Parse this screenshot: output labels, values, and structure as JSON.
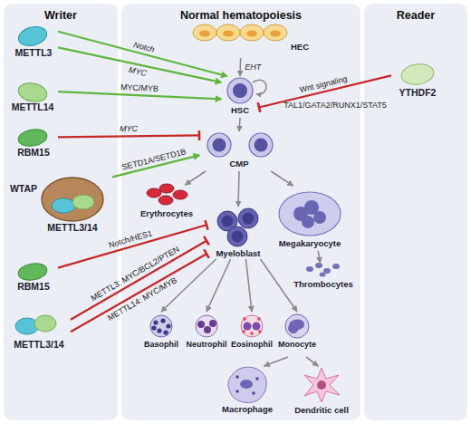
{
  "diagram": {
    "nodes": [
      {
        "text": [
          "Writer"
        ]
      },
      {
        "text": [
          "Normal hematopoiesis"
        ]
      },
      {
        "text": [
          "Reader"
        ]
      },
      {
        "text": [
          "METTL3"
        ],
        "in": 0
      },
      {
        "text": [
          "METTL14"
        ],
        "in": 0
      },
      {
        "text": [
          "RBM15"
        ],
        "in": 0
      },
      {
        "text": [
          "WTAP",
          "METTL3/14"
        ],
        "in": 0
      },
      {
        "text": [
          "RBM15"
        ],
        "in": 0
      },
      {
        "text": [
          "METTL3/14"
        ],
        "in": 0
      },
      {
        "text": [
          "HEC"
        ],
        "in": 1
      },
      {
        "text": [
          "HSC"
        ],
        "in": 1
      },
      {
        "text": [
          "CMP"
        ],
        "in": 1
      },
      {
        "text": [
          "Erythrocytes"
        ],
        "in": 1
      },
      {
        "text": [
          "Megakaryocyte"
        ],
        "in": 1
      },
      {
        "text": [
          "Myeloblast"
        ],
        "in": 1
      },
      {
        "text": [
          "Thrombocytes"
        ],
        "in": 1
      },
      {
        "text": [
          "Basophil"
        ],
        "in": 1
      },
      {
        "text": [
          "Neutrophil"
        ],
        "in": 1
      },
      {
        "text": [
          "Eosinophil"
        ],
        "in": 1
      },
      {
        "text": [
          "Monocyte"
        ],
        "in": 1
      },
      {
        "text": [
          "Macrophage"
        ],
        "in": 1
      },
      {
        "text": [
          "Dendritic cell"
        ],
        "in": 1
      },
      {
        "text": [
          "YTHDF2"
        ],
        "in": 2
      }
    ],
    "edges": [
      {
        "from": 3,
        "to": 10,
        "label": "Notch",
        "arrow": "to"
      },
      {
        "from": 3,
        "to": 10,
        "label": "MYC",
        "arrow": "to"
      },
      {
        "from": 4,
        "to": 10,
        "label": "MYC/MYB",
        "arrow": "to"
      },
      {
        "from": 5,
        "to": 11,
        "label": "MYC",
        "arrow": "to"
      },
      {
        "from": 6,
        "to": 11,
        "label": "SETD1A/SETD1B",
        "arrow": "to"
      },
      {
        "from": 7,
        "to": 14,
        "label": "Notch/HES1",
        "arrow": "to"
      },
      {
        "from": 8,
        "to": 14,
        "label": "METTL3: MYC/BCL2/PTEN",
        "arrow": "to"
      },
      {
        "from": 8,
        "to": 14,
        "label": "METTL14: MYC/MYB",
        "arrow": "to"
      },
      {
        "from": 22,
        "to": 10,
        "label": "Wnt signaling",
        "arrow": "to"
      },
      {
        "from": 9,
        "to": 10,
        "label": "EHT",
        "arrow": "to"
      },
      {
        "from": 10,
        "to": 11,
        "arrow": "to"
      },
      {
        "from": 11,
        "to": 12,
        "arrow": "to"
      },
      {
        "from": 11,
        "to": 14,
        "arrow": "to"
      },
      {
        "from": 11,
        "to": 13,
        "arrow": "to"
      },
      {
        "from": 13,
        "to": 15,
        "arrow": "to"
      },
      {
        "from": 14,
        "to": 16,
        "arrow": "to"
      },
      {
        "from": 14,
        "to": 17,
        "arrow": "to"
      },
      {
        "from": 14,
        "to": 18,
        "arrow": "to"
      },
      {
        "from": 14,
        "to": 19,
        "arrow": "to"
      },
      {
        "from": 19,
        "to": 20,
        "arrow": "to"
      },
      {
        "from": 19,
        "to": 21,
        "arrow": "to"
      }
    ],
    "labels": [
      "TAL1/GATA2/RUNX1/STAT5"
    ]
  }
}
